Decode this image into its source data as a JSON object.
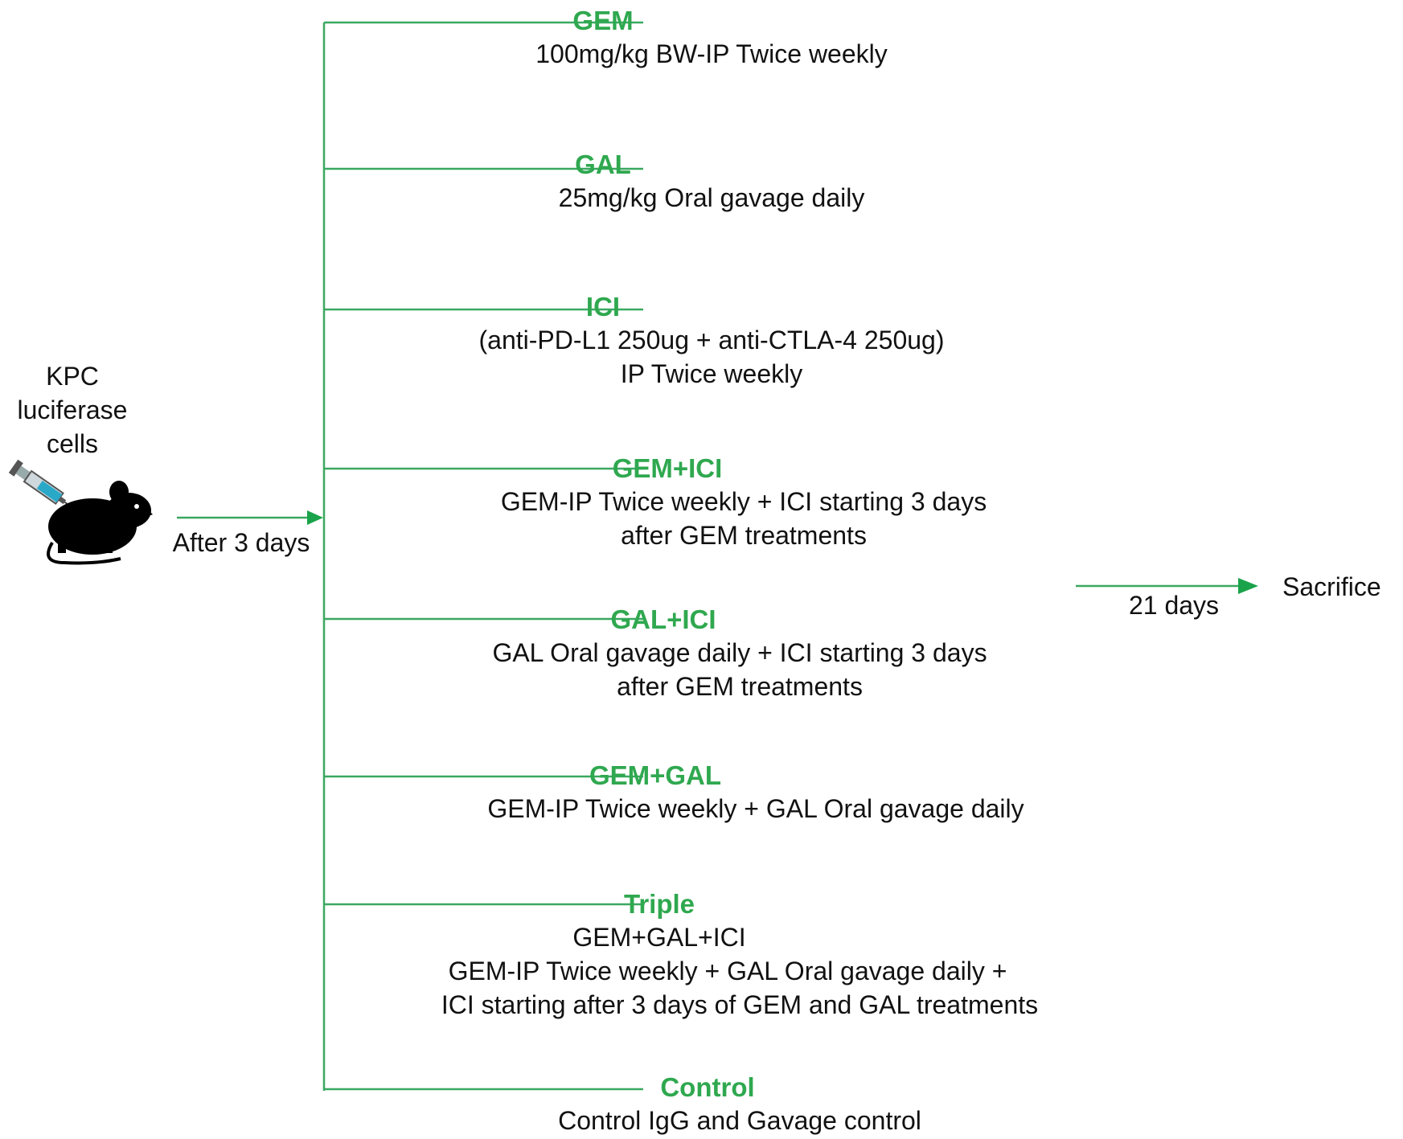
{
  "left": {
    "cell_lines": [
      "KPC",
      "luciferase",
      "cells"
    ],
    "arrow_label": "After 3 days"
  },
  "groups": [
    {
      "title": "GEM",
      "lines": [
        "100mg/kg BW-IP Twice weekly"
      ]
    },
    {
      "title": "GAL",
      "lines": [
        "25mg/kg Oral gavage daily"
      ]
    },
    {
      "title": "ICI",
      "lines": [
        "(anti-PD-L1 250ug + anti-CTLA-4 250ug)",
        "IP Twice weekly"
      ]
    },
    {
      "title": "GEM+ICI",
      "lines": [
        "GEM-IP Twice weekly + ICI starting 3 days",
        "after GEM treatments"
      ]
    },
    {
      "title": "GAL+ICI",
      "lines": [
        "GAL Oral gavage daily + ICI starting 3 days",
        "after GEM treatments"
      ]
    },
    {
      "title": "GEM+GAL",
      "lines": [
        "GEM-IP Twice weekly + GAL Oral gavage daily"
      ]
    },
    {
      "title": "Triple",
      "lines": [
        "GEM+GAL+ICI",
        "GEM-IP Twice weekly + GAL Oral gavage daily +",
        "ICI starting after 3 days of GEM and GAL treatments"
      ]
    },
    {
      "title": "Control",
      "lines": [
        "Control IgG and Gavage control"
      ]
    }
  ],
  "right": {
    "arrow_label": "21 days",
    "end_label": "Sacrifice"
  },
  "colors": {
    "accent": "#2fa84f",
    "line": "#3aa860"
  },
  "icons": [
    "syringe-icon",
    "mouse-icon"
  ]
}
